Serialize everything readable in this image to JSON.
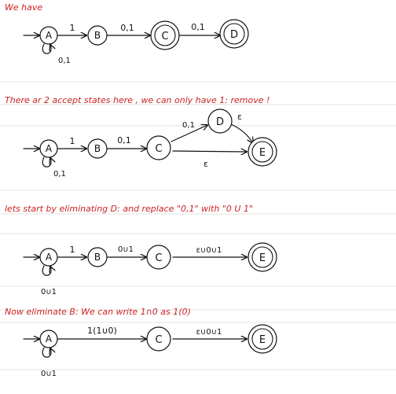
{
  "colors": {
    "red": "#cc2222",
    "ink": "#111111"
  },
  "notes": {
    "we_have": "We have",
    "two_accept": "There ar 2 accept states here , we can only have 1: remove !",
    "eliminate_d": "lets start by eliminating D: and replace \"0,1\" with \"0 U 1\"",
    "eliminate_b": "Now eliminate B: We can write 1∩0 as 1(0)"
  },
  "diagram1": {
    "states": {
      "a": "A",
      "b": "B",
      "c": "C",
      "d": "D"
    },
    "edges": {
      "a_b": "1",
      "b_c": "0,1",
      "c_d": "0,1",
      "a_loop": "0,1"
    }
  },
  "diagram2": {
    "states": {
      "a": "A",
      "b": "B",
      "c": "C",
      "d": "D",
      "e": "E"
    },
    "edges": {
      "a_b": "1",
      "b_c": "0,1",
      "c_d": "0,1",
      "d_e": "ε",
      "c_e": "ε",
      "a_loop": "0,1"
    }
  },
  "diagram3": {
    "states": {
      "a": "A",
      "b": "B",
      "c": "C",
      "e": "E"
    },
    "edges": {
      "a_b": "1",
      "b_c": "0∪1",
      "c_e": "ε∪0∪1",
      "a_loop": "0∪1"
    }
  },
  "diagram4": {
    "states": {
      "a": "A",
      "c": "C",
      "e": "E"
    },
    "edges": {
      "a_c": "1(1∪0)",
      "c_e": "ε∪0∪1",
      "a_loop": "0∪1"
    }
  }
}
